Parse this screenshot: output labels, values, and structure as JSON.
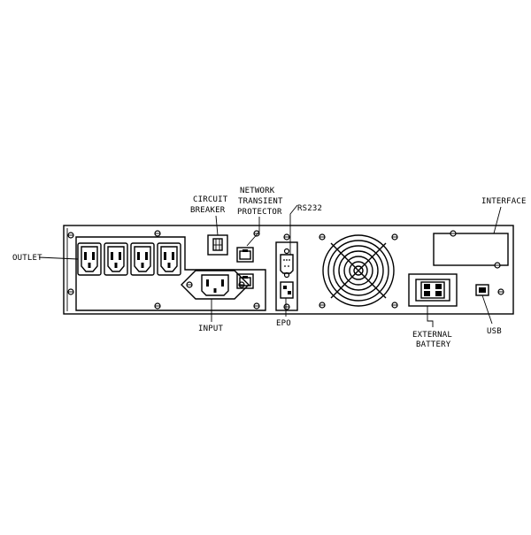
{
  "labels": {
    "outlet": "OUTLET",
    "circuit_breaker_1": "CIRCUIT",
    "circuit_breaker_2": "BREAKER",
    "network_1": "NETWORK",
    "network_2": "TRANSIENT",
    "network_3": "PROTECTOR",
    "rs232": "RS232",
    "interface": "INTERFACE",
    "input": "INPUT",
    "epo": "EPO",
    "external_battery_1": "EXTERNAL",
    "external_battery_2": "BATTERY",
    "usb": "USB"
  },
  "outlets": [
    "outlet-1",
    "outlet-2",
    "outlet-3",
    "outlet-4"
  ],
  "colors": {
    "line": "#000000",
    "background": "#ffffff"
  }
}
